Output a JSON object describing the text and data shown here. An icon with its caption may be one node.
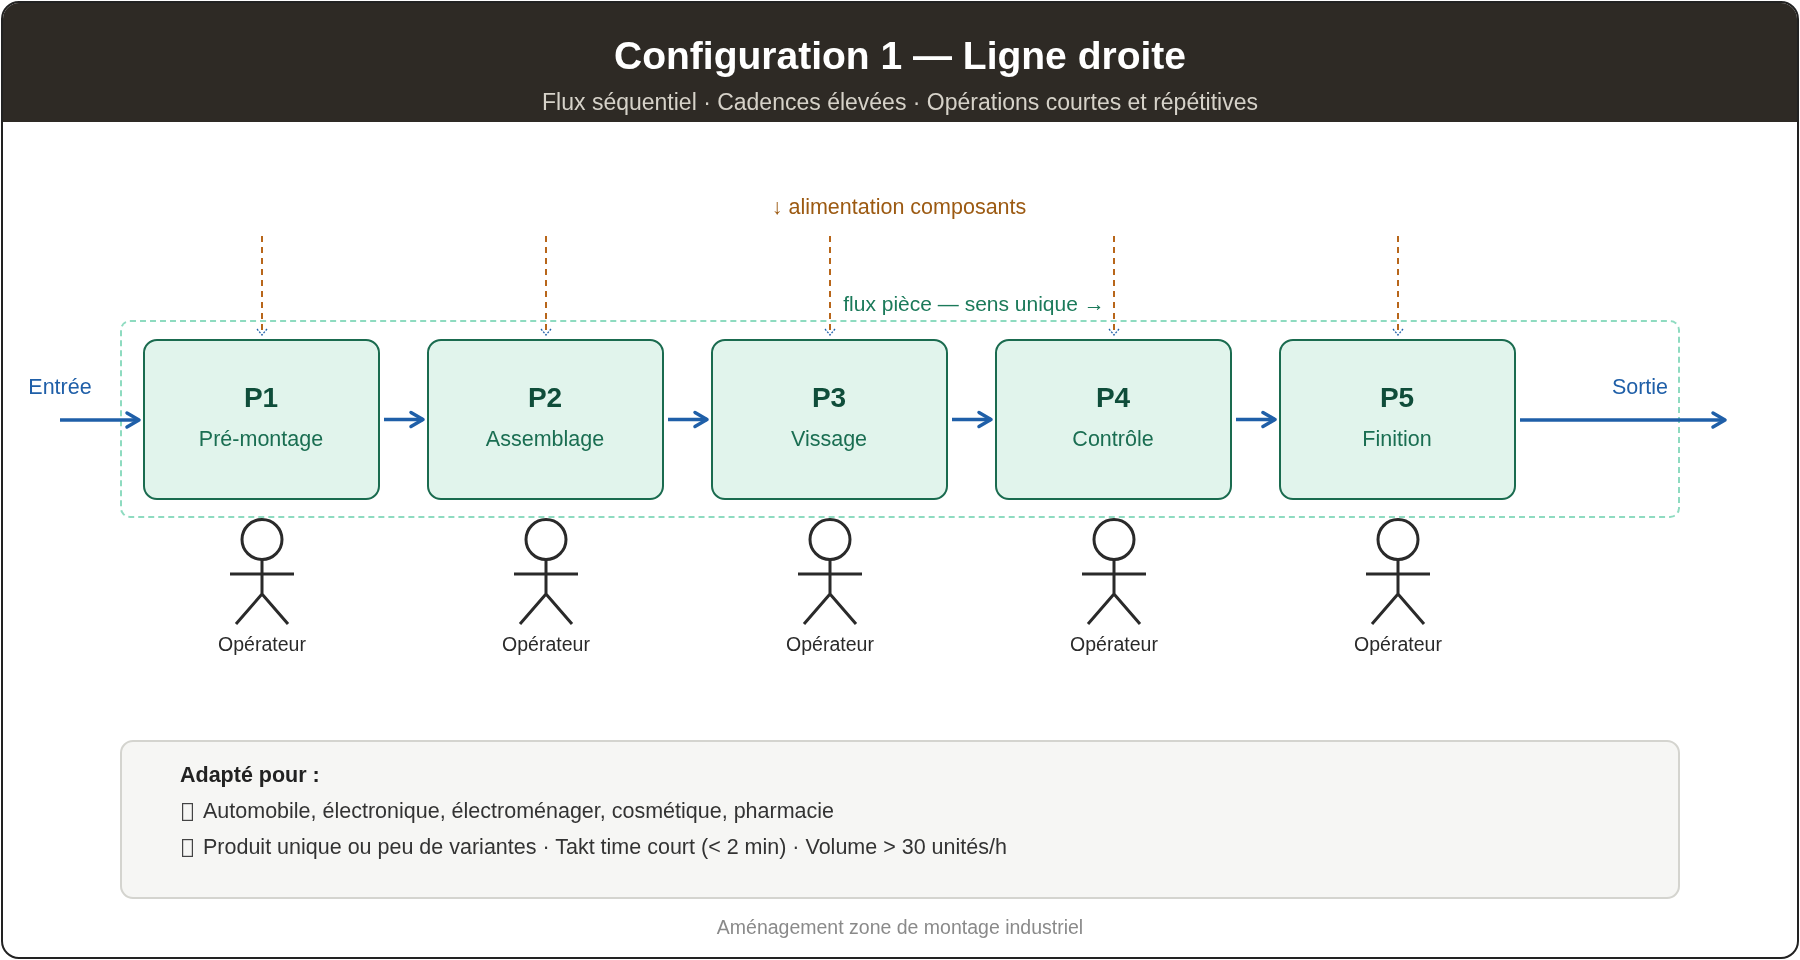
{
  "diagram": {
    "title": "Configuration 1 — Ligne droite",
    "caption": "Aménagement zone de montage industriel",
    "nodes": [
      {
        "text": [
          "flux pièce — sens unique →"
        ]
      },
      {
        "text": [
          "P1",
          "Pré-montage"
        ],
        "in": 0
      },
      {
        "text": [
          "P2",
          "Assemblage"
        ],
        "in": 0
      },
      {
        "text": [
          "P3",
          "Vissage"
        ],
        "in": 0
      },
      {
        "text": [
          "P4",
          "Contrôle"
        ],
        "in": 0
      },
      {
        "text": [
          "P5",
          "Finition"
        ],
        "in": 0
      },
      {
        "text": [
          "Adapté pour :",
          "Automobile, électronique, électroménager, cosmétique, pharmacie",
          "Produit unique ou peu de variantes · Takt time court (< 2 min) · Volume > 30 unités/h"
        ]
      }
    ],
    "edges": [
      {
        "from": null,
        "to": 1,
        "arrow": "to",
        "label": "Entrée"
      },
      {
        "from": 1,
        "to": 2,
        "arrow": "to"
      },
      {
        "from": 2,
        "to": 3,
        "arrow": "to"
      },
      {
        "from": 3,
        "to": 4,
        "arrow": "to"
      },
      {
        "from": 4,
        "to": 5,
        "arrow": "to"
      },
      {
        "from": 5,
        "to": null,
        "arrow": "to",
        "label": "Sortie"
      },
      {
        "from": null,
        "to": 1,
        "arrow": "to",
        "style": "dashed",
        "color": "#b8661a"
      },
      {
        "from": null,
        "to": 2,
        "arrow": "to",
        "style": "dashed",
        "color": "#b8661a"
      },
      {
        "from": null,
        "to": 3,
        "arrow": "to",
        "style": "dashed",
        "color": "#b8661a"
      },
      {
        "from": null,
        "to": 4,
        "arrow": "to",
        "style": "dashed",
        "color": "#b8661a"
      },
      {
        "from": null,
        "to": 5,
        "arrow": "to",
        "style": "dashed",
        "color": "#b8661a"
      }
    ],
    "labels": [
      "Flux séquentiel · Cadences élevées · Opérations courtes et répétitives",
      "↓ alimentation composants",
      "Opérateur",
      "Opérateur",
      "Opérateur",
      "Opérateur",
      "Opérateur"
    ]
  }
}
